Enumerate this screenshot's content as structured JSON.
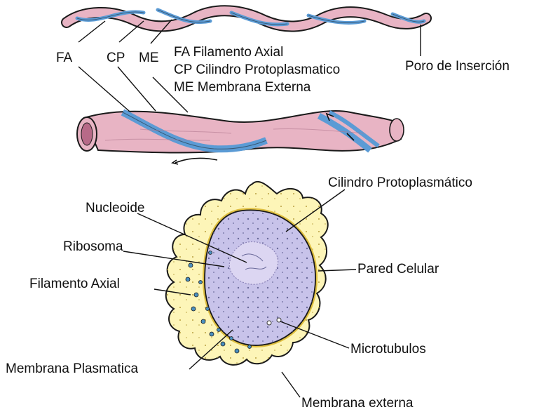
{
  "top_labels": {
    "fa": "FA",
    "cp": "CP",
    "me": "ME",
    "legend_fa": "FA Filamento Axial",
    "legend_cp": "CP Cilindro Protoplasmatico",
    "legend_me": "ME Membrana Externa",
    "poro": "Poro de Inserción"
  },
  "section_labels": {
    "cilindro": "Cilindro Protoplasmático",
    "nucleoide": "Nucleoide",
    "ribosoma": "Ribosoma",
    "pared": "Pared Celular",
    "filamento": "Filamento Axial",
    "microtubulos": "Microtubulos",
    "membrana_plasmatica": "Membrana Plasmatica",
    "membrana_externa": "Membrana externa"
  },
  "colors": {
    "body_pink": "#e8b4c4",
    "filament_blue": "#5b9bd5",
    "outer_yellow": "#fdf5b8",
    "inner_lavender": "#c8c3ea",
    "outline": "#1a1a1a"
  }
}
